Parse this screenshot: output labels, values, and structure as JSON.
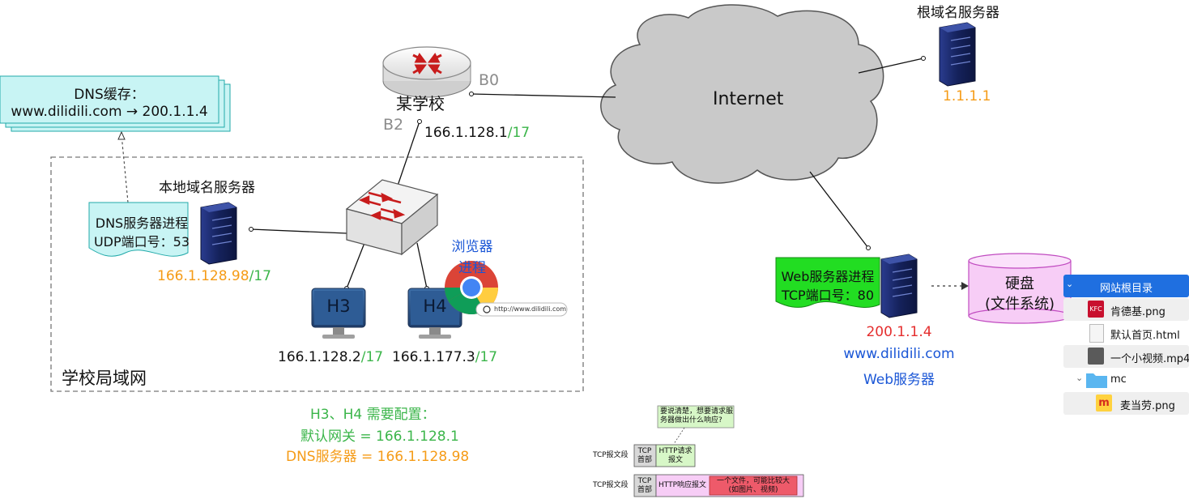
{
  "dns_cache": {
    "title": "DNS缓存：",
    "entry": "www.dilidili.com → 200.1.1.4"
  },
  "router": {
    "label": "某学校",
    "port_b0": "B0",
    "port_b2": "B2",
    "ip": "166.1.128.1",
    "mask": "/17"
  },
  "internet": {
    "label": "Internet"
  },
  "root_dns": {
    "title": "根域名服务器",
    "ip": "1.1.1.1"
  },
  "local_dns": {
    "title": "本地域名服务器",
    "process_line1": "DNS服务器进程",
    "process_line2": "UDP端口号：53",
    "ip": "166.1.128.98",
    "mask": "/17"
  },
  "lan": {
    "label": "学校局域网"
  },
  "browser": {
    "line1": "浏览器",
    "line2": "进程",
    "url": "http://www.dilidili.com"
  },
  "h3": {
    "label": "H3",
    "ip": "166.1.128.2",
    "mask": "/17"
  },
  "h4": {
    "label": "H4",
    "ip": "166.1.177.3",
    "mask": "/17"
  },
  "config": {
    "title": "H3、H4 需要配置：",
    "gateway": "默认网关 = 166.1.128.1",
    "dns": "DNS服务器 = 166.1.128.98"
  },
  "web_server": {
    "process_line1": "Web服务器进程",
    "process_line2": "TCP端口号：80",
    "ip": "200.1.1.4",
    "domain": "www.dilidili.com",
    "role": "Web服务器"
  },
  "disk": {
    "line1": "硬盘",
    "line2": "(文件系统)"
  },
  "file_tree": {
    "root": "网站根目录",
    "files": [
      "肯德基.png",
      "默认首页.html",
      "一个小视频.mp4"
    ],
    "folder": "mc",
    "subfiles": [
      "麦当劳.png"
    ]
  },
  "segments": {
    "note": "要说清楚，想要请求服务器做出什么响应?",
    "row1": {
      "label": "TCP报文段",
      "header": "TCP首部",
      "body": "HTTP请求报文"
    },
    "row2": {
      "label": "TCP报文段",
      "header": "TCP首部",
      "body": "HTTP响应报文",
      "extra": "一个文件，可能比较大(如图片、视频)"
    }
  },
  "colors": {
    "orange": "#f59b16",
    "green": "#3bb54a",
    "blue": "#1a56d6",
    "red": "#e52e2e",
    "cyan_box": "#c8f4f4",
    "web_green": "#22dd22",
    "disk_pink": "#f7cdf6",
    "server_navy": "#1b2a6b"
  }
}
